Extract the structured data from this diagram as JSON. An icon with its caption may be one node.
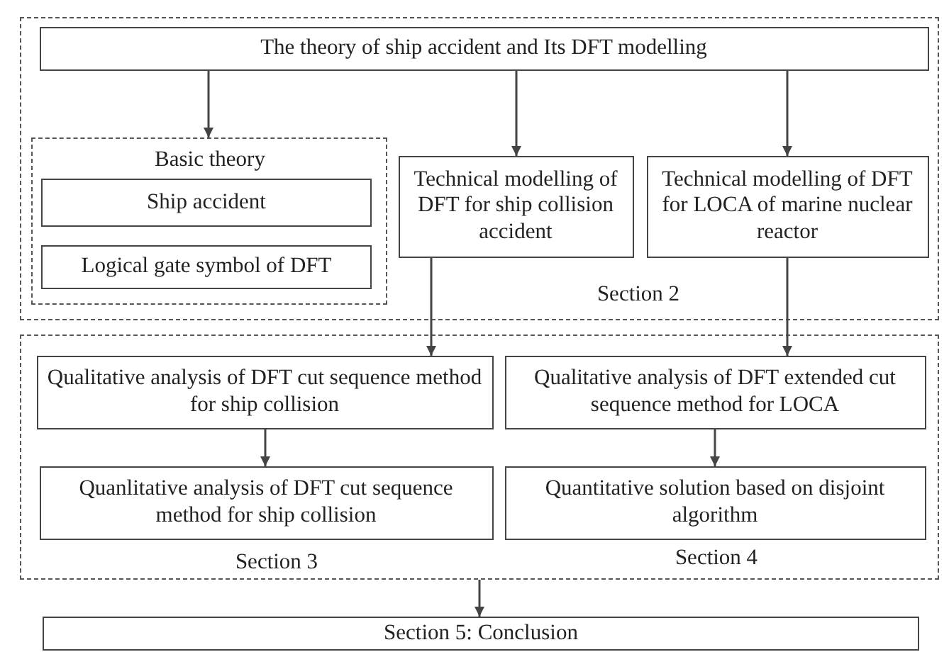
{
  "diagram": {
    "nodes": [
      {
        "text": [
          "Section 2"
        ]
      },
      {
        "text": [
          "The theory of ship accident  and Its DFT modelling"
        ],
        "in": 0
      },
      {
        "text": [
          "Basic theory"
        ],
        "in": 0
      },
      {
        "text": [
          "Ship accident"
        ],
        "in": 2
      },
      {
        "text": [
          "Logical gate symbol of DFT"
        ],
        "in": 2
      },
      {
        "text": [
          "Technical modelling of DFT for ship collision accident"
        ],
        "in": 0
      },
      {
        "text": [
          "Technical modelling of DFT for LOCA of marine nuclear reactor"
        ],
        "in": 0
      },
      {
        "text": [
          "Section 3",
          "Section 4"
        ]
      },
      {
        "text": [
          "Qualitative analysis of DFT cut sequence method for ship collision"
        ],
        "in": 7
      },
      {
        "text": [
          "Quanlitative analysis of DFT cut sequence method for ship collision"
        ],
        "in": 7
      },
      {
        "text": [
          "Qualitative analysis of DFT extended cut sequence method for LOCA"
        ],
        "in": 7
      },
      {
        "text": [
          "Quantitative solution based on disjoint algorithm"
        ],
        "in": 7
      },
      {
        "text": [
          "Section 5: Conclusion"
        ]
      }
    ],
    "edges": [
      {
        "from": 1,
        "to": 2,
        "arrow": "to"
      },
      {
        "from": 1,
        "to": 5,
        "arrow": "to"
      },
      {
        "from": 1,
        "to": 6,
        "arrow": "to"
      },
      {
        "from": 5,
        "to": 8,
        "arrow": "to"
      },
      {
        "from": 6,
        "to": 10,
        "arrow": "to"
      },
      {
        "from": 8,
        "to": 9,
        "arrow": "to"
      },
      {
        "from": 10,
        "to": 11,
        "arrow": "to"
      },
      {
        "from": 7,
        "to": 12,
        "arrow": "to"
      }
    ]
  }
}
